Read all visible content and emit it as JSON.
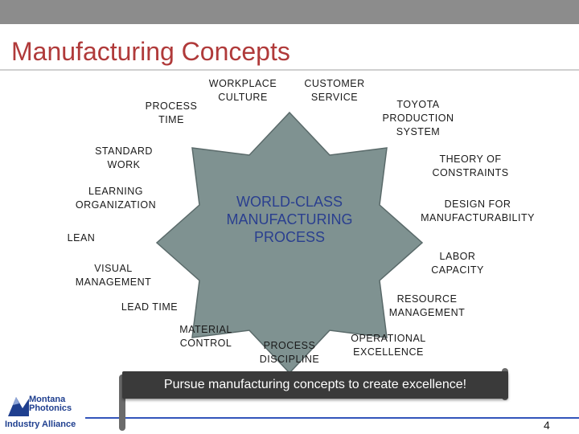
{
  "slide": {
    "title": "Manufacturing Concepts",
    "center_text": "WORLD-CLASS\nMANUFACTURING\nPROCESS",
    "banner": "Pursue manufacturing concepts to create excellence!",
    "page_number": "4"
  },
  "concepts": [
    "WORKPLACE\nCULTURE",
    "CUSTOMER\nSERVICE",
    "PROCESS\nTIME",
    "TOYOTA\nPRODUCTION\nSYSTEM",
    "STANDARD\nWORK",
    "THEORY OF\nCONSTRAINTS",
    "LEARNING\nORGANIZATION",
    "DESIGN FOR\nMANUFACTURABILITY",
    "LEAN",
    "LABOR\nCAPACITY",
    "VISUAL\nMANAGEMENT",
    "RESOURCE\nMANAGEMENT",
    "LEAD TIME",
    "MATERIAL\nCONTROL",
    "PROCESS\nDISCIPLINE",
    "OPERATIONAL\nEXCELLENCE"
  ],
  "logo": {
    "name": "Montana\nPhotonics",
    "tagline": "Industry  Alliance"
  },
  "colors": {
    "title": "#b03a3a",
    "star_fill": "#7f9291",
    "center_text": "#2a3f8f",
    "banner_bg": "#3a3a3a"
  }
}
